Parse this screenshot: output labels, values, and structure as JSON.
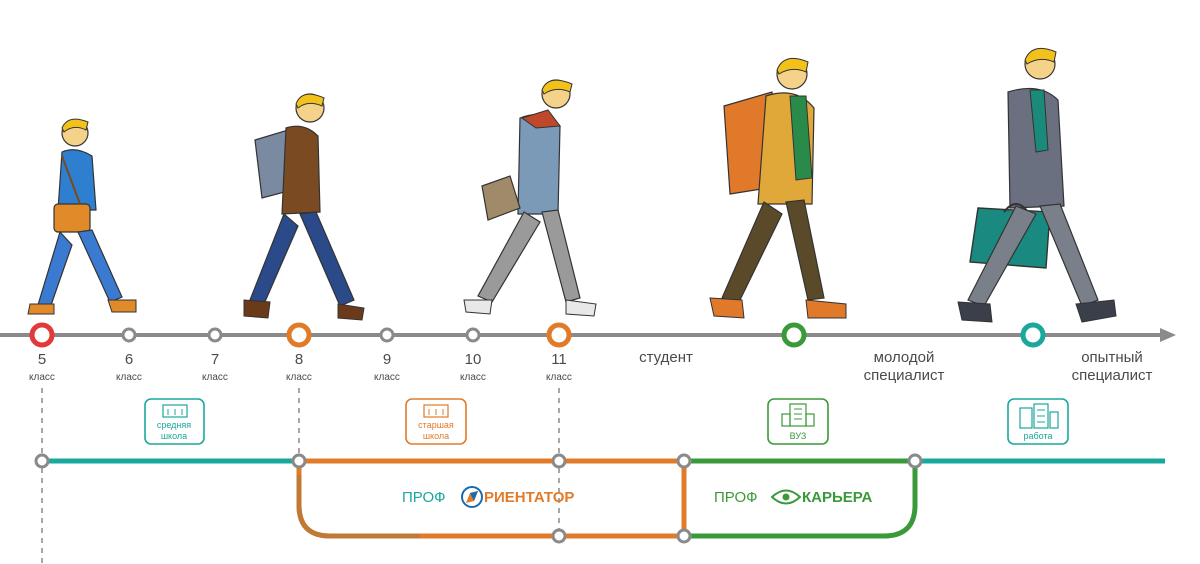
{
  "colors": {
    "timeline": "#8a8a8a",
    "teal": "#1aa89c",
    "orange": "#e07b2a",
    "green": "#3a9a3a",
    "red": "#e03a3a",
    "brown": "#c07a35",
    "text": "#4a4a4a"
  },
  "grades": [
    {
      "num": "5",
      "sub": "класс",
      "marker": "red"
    },
    {
      "num": "6",
      "sub": "класс",
      "marker": "gray"
    },
    {
      "num": "7",
      "sub": "класс",
      "marker": "gray"
    },
    {
      "num": "8",
      "sub": "класс",
      "marker": "orange"
    },
    {
      "num": "9",
      "sub": "класс",
      "marker": "gray"
    },
    {
      "num": "10",
      "sub": "класс",
      "marker": "gray"
    },
    {
      "num": "11",
      "sub": "класс",
      "marker": "orange"
    }
  ],
  "stages": {
    "student": "студент",
    "young_line1": "молодой",
    "young_line2": "специалист",
    "experienced_line1": "опытный",
    "experienced_line2": "специалист"
  },
  "badges": {
    "middle_school": {
      "line1": "средняя",
      "line2": "школа",
      "color": "teal"
    },
    "high_school": {
      "line1": "старшая",
      "line2": "школа",
      "color": "orange"
    },
    "university": {
      "line1": "ВУЗ",
      "color": "green"
    },
    "work": {
      "line1": "работа",
      "color": "teal"
    }
  },
  "programs": {
    "orientator": {
      "prefix": "ПРОФ",
      "name": "РИЕНТАТОР",
      "icon": "compass-icon"
    },
    "career": {
      "prefix": "ПРОФ",
      "name": "КАРЬЕРА",
      "icon": "leaf-eye-icon"
    }
  },
  "figures": [
    {
      "name": "boy-5th-grade",
      "icon": "walking-boy-with-satchel"
    },
    {
      "name": "boy-8th-grade",
      "icon": "walking-boy-with-backpack"
    },
    {
      "name": "teen-11th-grade",
      "icon": "walking-teen-with-shoulder-bag"
    },
    {
      "name": "student",
      "icon": "walking-student-with-backpack"
    },
    {
      "name": "specialist",
      "icon": "walking-man-with-briefcase"
    }
  ]
}
